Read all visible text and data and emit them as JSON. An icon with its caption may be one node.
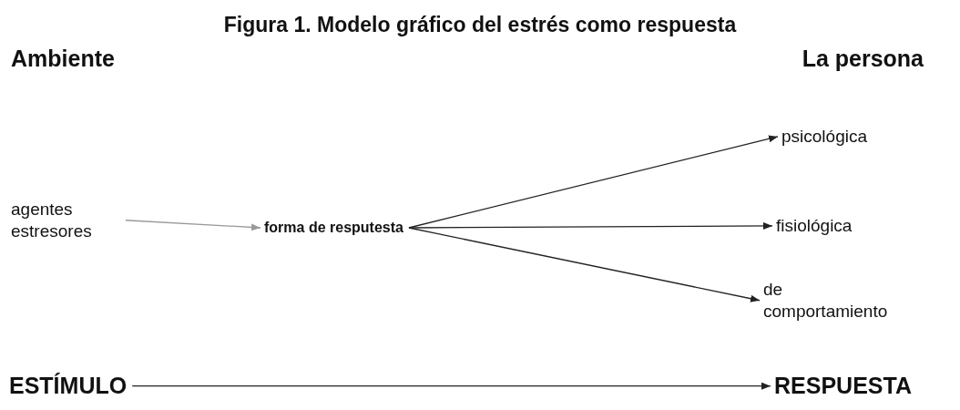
{
  "diagram": {
    "title": "Figura 1. Modelo gráfico del estrés como respuesta",
    "nodes": [
      {
        "text": [
          "agentes estresores"
        ]
      },
      {
        "text": [
          "forma de resputesta"
        ]
      },
      {
        "text": [
          "psicológica"
        ]
      },
      {
        "text": [
          "fisiológica"
        ]
      },
      {
        "text": [
          "de comportamiento"
        ]
      },
      {
        "text": [
          "ESTÍMULO"
        ]
      },
      {
        "text": [
          "RESPUESTA"
        ]
      }
    ],
    "edges": [
      {
        "from": 0,
        "to": 1,
        "arrow": "to",
        "color": "#999999"
      },
      {
        "from": 1,
        "to": 2,
        "arrow": "to"
      },
      {
        "from": 1,
        "to": 3,
        "arrow": "to"
      },
      {
        "from": 1,
        "to": 4,
        "arrow": "to"
      },
      {
        "from": 5,
        "to": 6,
        "arrow": "to"
      }
    ],
    "labels": [
      "Ambiente",
      "La persona"
    ]
  }
}
